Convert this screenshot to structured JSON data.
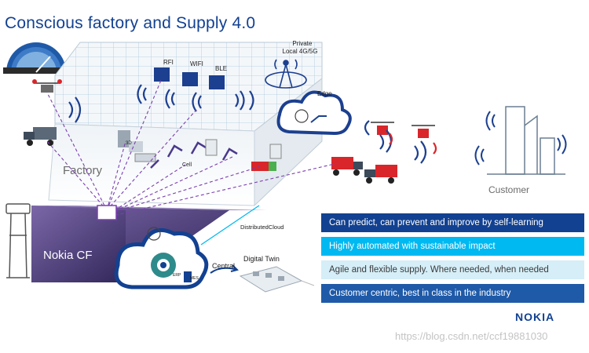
{
  "title": "Conscious factory and Supply 4.0",
  "labels": {
    "private_network": "Private\nLocal 4G/5G",
    "rfi": "RFI",
    "wifi": "WIFI",
    "ble": "BLE",
    "edge": "Edge",
    "factory": "Factory",
    "cell": "Cell",
    "three_d": "3D",
    "customer": "Customer",
    "distributed_cloud": "DistributedCloud",
    "nokia_cf": "Nokia CF",
    "central": "Central",
    "digital_twin": "Digital Twin",
    "erp": "ERP",
    "mes": "MES"
  },
  "benefits": [
    "Can predict, can prevent and improve by self-learning",
    "Highly automated with sustainable impact",
    "Agile and flexible supply. Where needed, when needed",
    "Customer centric, best in class in the industry"
  ],
  "brand": "NOKIA",
  "watermark": "https://blog.csdn.net/ccf19881030",
  "colors": {
    "nokia_blue": "#124191",
    "accent_cyan": "#00b9f1",
    "pale_blue": "#d5eef8",
    "mid_blue": "#1f5aa8",
    "dark_purple_block": "#3c2f63",
    "link_dash": "#7b3fb0",
    "truck_red": "#d9262a"
  }
}
